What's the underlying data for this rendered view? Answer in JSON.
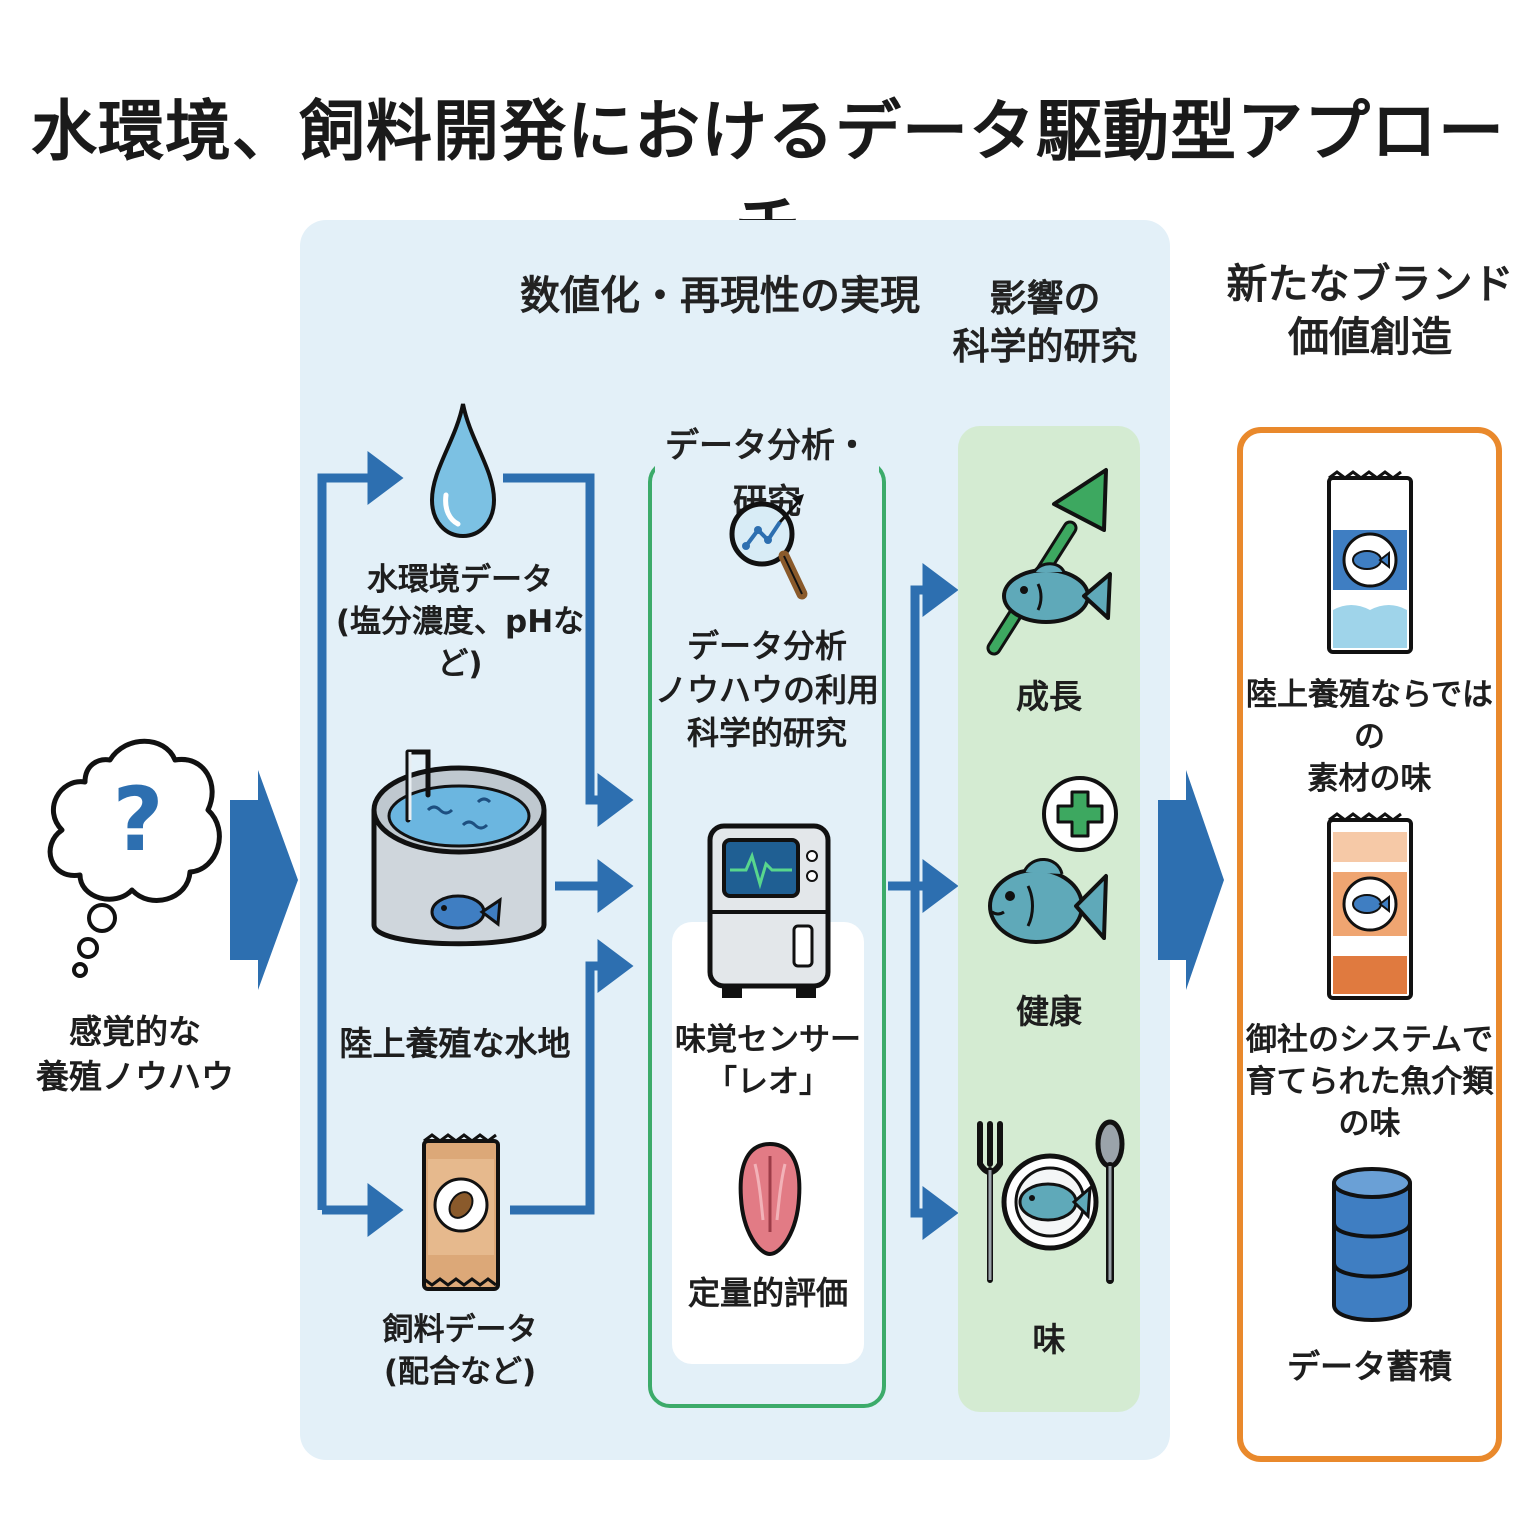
{
  "title": "水環境、飼料開発におけるデータ駆動型アプローチ",
  "left": {
    "line1": "感覚的な",
    "line2": "養殖ノウハウ"
  },
  "center_heading": "数値化・再現性の実現",
  "inputs": {
    "water": {
      "line1": "水環境データ",
      "line2": "(塩分濃度、pHなど)"
    },
    "tank": {
      "label": "陸上養殖な水地"
    },
    "feed": {
      "line1": "飼料データ",
      "line2": "(配合など)"
    }
  },
  "analysis": {
    "heading": "データ分析・研究",
    "lines": [
      "データ分析",
      "ノウハウの利用",
      "科学的研究"
    ],
    "sensor": {
      "line1": "味覚センサー",
      "line2": "「レオ」"
    },
    "evaluation": "定量的評価"
  },
  "impact": {
    "heading_line1": "影響の",
    "heading_line2": "科学的研究",
    "items": [
      "成長",
      "健康",
      "味"
    ]
  },
  "brand": {
    "heading_line1": "新たなブランド",
    "heading_line2": "価値創造",
    "items": [
      {
        "line1": "陸上養殖ならではの",
        "line2": "素材の味"
      },
      {
        "line1": "御社のシステムで",
        "line2": "育てられた魚介類の味"
      },
      {
        "line1": "データ蓄積"
      }
    ]
  },
  "colors": {
    "arrow_blue": "#2d6fb0",
    "panel_blue": "#e3f0f8",
    "analysis_green": "#3cab6a",
    "impact_green": "#d4ebd2",
    "brand_orange": "#e9892c"
  },
  "icons": [
    "question-cloud-icon",
    "water-drop-icon",
    "tank-icon",
    "feed-bag-icon",
    "analysis-magnifier-icon",
    "taste-sensor-icon",
    "tongue-icon",
    "growth-fish-icon",
    "health-fish-icon",
    "dining-plate-icon",
    "product-pack-icon",
    "database-icon"
  ]
}
